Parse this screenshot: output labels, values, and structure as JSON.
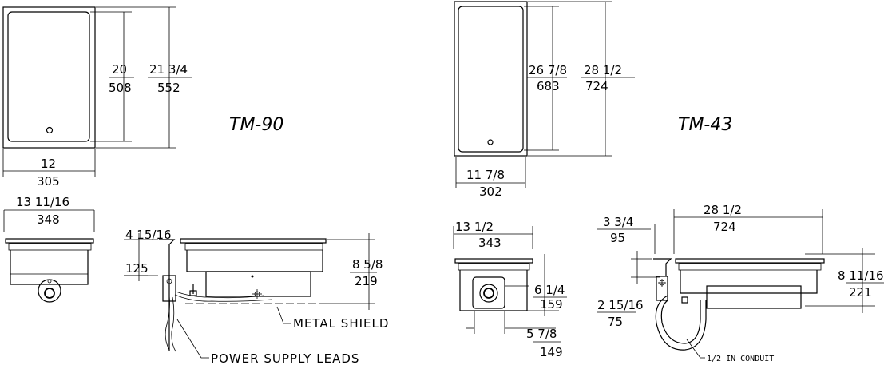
{
  "models": {
    "tm90": "TM-90",
    "tm43": "TM-43"
  },
  "tm90": {
    "top_inner_height": {
      "in": "20",
      "mm": "508"
    },
    "top_outer_height": {
      "in": "21 3/4",
      "mm": "552"
    },
    "top_width": {
      "in": "12",
      "mm": "305"
    },
    "front_width": {
      "in": "13 11/16",
      "mm": "348"
    },
    "drop_depth": {
      "in": "4 15/16",
      "mm": "125"
    },
    "side_depth": {
      "in": "8 5/8",
      "mm": "219"
    }
  },
  "tm43": {
    "top_inner_height": {
      "in": "26 7/8",
      "mm": "683"
    },
    "top_outer_height": {
      "in": "28 1/2",
      "mm": "724"
    },
    "top_width": {
      "in": "11 7/8",
      "mm": "302"
    },
    "front_width": {
      "in": "13 1/2",
      "mm": "343"
    },
    "box_height": {
      "in": "6 1/4",
      "mm": "159"
    },
    "box_offset": {
      "in": "5 7/8",
      "mm": "149"
    },
    "side_length": {
      "in": "28 1/2",
      "mm": "724"
    },
    "side_offset": {
      "in": "3 3/4",
      "mm": "95"
    },
    "drop_depth": {
      "in": "2 15/16",
      "mm": "75"
    },
    "side_depth": {
      "in": "8 11/16",
      "mm": "221"
    }
  },
  "notes": {
    "metal_shield": "METAL SHIELD",
    "power_supply_leads": "POWER SUPPLY LEADS",
    "conduit": "1/2 IN CONDUIT"
  }
}
